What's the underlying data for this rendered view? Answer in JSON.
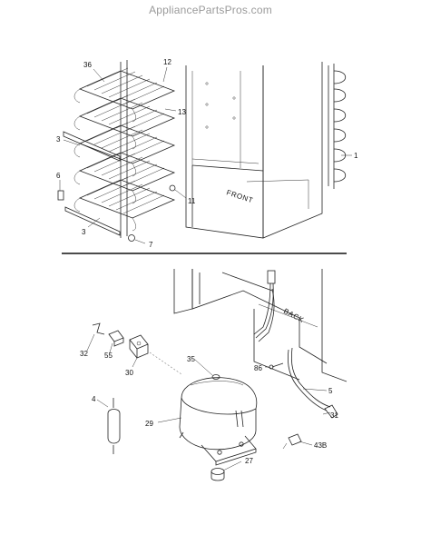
{
  "header": {
    "site_name": "AppliancePartsPros.com"
  },
  "upper_view": {
    "cabinet_labels": {
      "front": "FRONT"
    },
    "callouts": [
      {
        "id": "36",
        "text": "36"
      },
      {
        "id": "12",
        "text": "12"
      },
      {
        "id": "13",
        "text": "13"
      },
      {
        "id": "3a",
        "text": "3"
      },
      {
        "id": "6",
        "text": "6"
      },
      {
        "id": "3b",
        "text": "3"
      },
      {
        "id": "11",
        "text": "11"
      },
      {
        "id": "7",
        "text": "7"
      },
      {
        "id": "1",
        "text": "1"
      }
    ]
  },
  "lower_view": {
    "cabinet_labels": {
      "back": "BACK"
    },
    "callouts": [
      {
        "id": "32",
        "text": "32"
      },
      {
        "id": "55",
        "text": "55"
      },
      {
        "id": "30",
        "text": "30"
      },
      {
        "id": "35",
        "text": "35"
      },
      {
        "id": "86",
        "text": "86"
      },
      {
        "id": "5",
        "text": "5"
      },
      {
        "id": "4",
        "text": "4"
      },
      {
        "id": "29",
        "text": "29"
      },
      {
        "id": "31",
        "text": "31"
      },
      {
        "id": "43B",
        "text": "43B"
      },
      {
        "id": "27",
        "text": "27"
      }
    ]
  },
  "colors": {
    "line": "#222222",
    "header_text": "#9a9a9a",
    "divider": "#111111"
  }
}
